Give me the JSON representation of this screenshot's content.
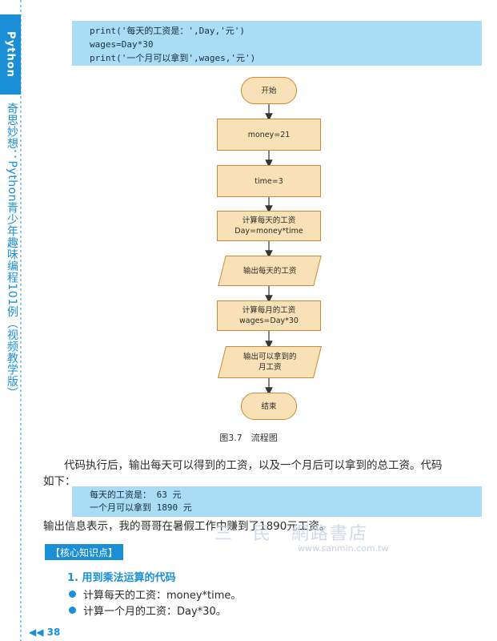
{
  "sidebar": {
    "tab_label": "Python",
    "book_title": "奇思妙想：Python青少年趣味编程101例（视频教学版）"
  },
  "code_top": {
    "lines": [
      "print('每天的工资是：',Day,'元')",
      "wages=Day*30",
      "print('一个月可以拿到',wages,'元')"
    ]
  },
  "flowchart": {
    "start": "开始",
    "step1": "money=21",
    "step2": "time=3",
    "step3_line1": "计算每天的工资",
    "step3_line2": "Day=money*time",
    "output1": "输出每天的工资",
    "step4_line1": "计算每月的工资",
    "step4_line2": "wages=Day*30",
    "output2_line1": "输出可以拿到的",
    "output2_line2": "月工资",
    "end": "结束"
  },
  "figure_caption": "图3.7　流程图",
  "paragraph1_line1": "代码执行后，输出每天可以得到的工资，以及一个月后可以拿到的总工资。代码",
  "paragraph1_line2": "如下：",
  "code_output": {
    "lines": [
      "每天的工资是： 63 元",
      "一个月可以拿到 1890 元"
    ]
  },
  "paragraph2": "输出信息表示，我的哥哥在暑假工作中赚到了1890元工资。",
  "knowledge_heading": "【核心知识点】",
  "section_title": "1. 用到乘法运算的代码",
  "bullets": [
    "计算每天的工资：money*time。",
    "计算一个月的工资：Day*30。"
  ],
  "page_number": "◀◀ 38",
  "watermark": "三民網路書店",
  "watermark_url": "www.sanmin.com.tw",
  "colors": {
    "accent": "#1a8fd6",
    "code_bg": "#a9dcf5",
    "node_fill": "#f8e1b6",
    "node_border": "#c98b3a"
  }
}
